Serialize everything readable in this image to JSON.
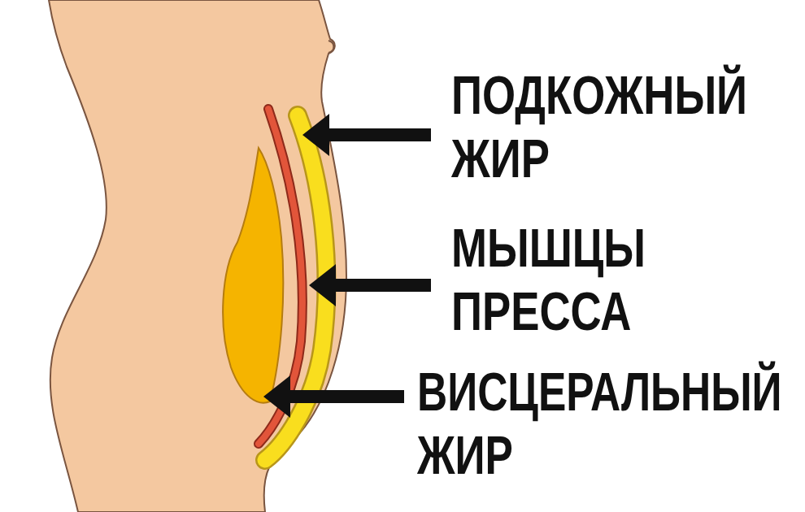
{
  "diagram": {
    "labels": [
      "ПОДКОЖНЫЙ ЖИР",
      "МЫШЦЫ ПРЕССА",
      "ВИСЦЕРАЛЬНЫЙ ЖИР"
    ]
  }
}
